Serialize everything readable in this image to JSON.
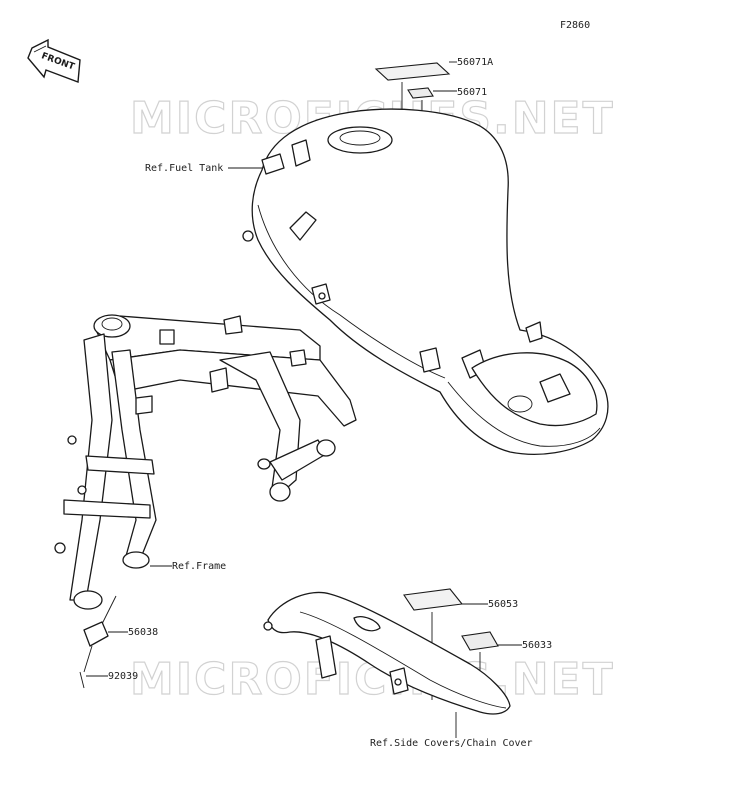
{
  "figure_code": "F2860",
  "watermark": "MICROFICHES.NET",
  "front_badge": "FRONT",
  "labels": {
    "p56071A": "56071A",
    "p56071": "56071",
    "fuel_tank": "Ref.Fuel Tank",
    "frame": "Ref.Frame",
    "p56038": "56038",
    "p92039": "92039",
    "p56053": "56053",
    "p56033": "56033",
    "side_covers": "Ref.Side Covers/Chain Cover"
  }
}
